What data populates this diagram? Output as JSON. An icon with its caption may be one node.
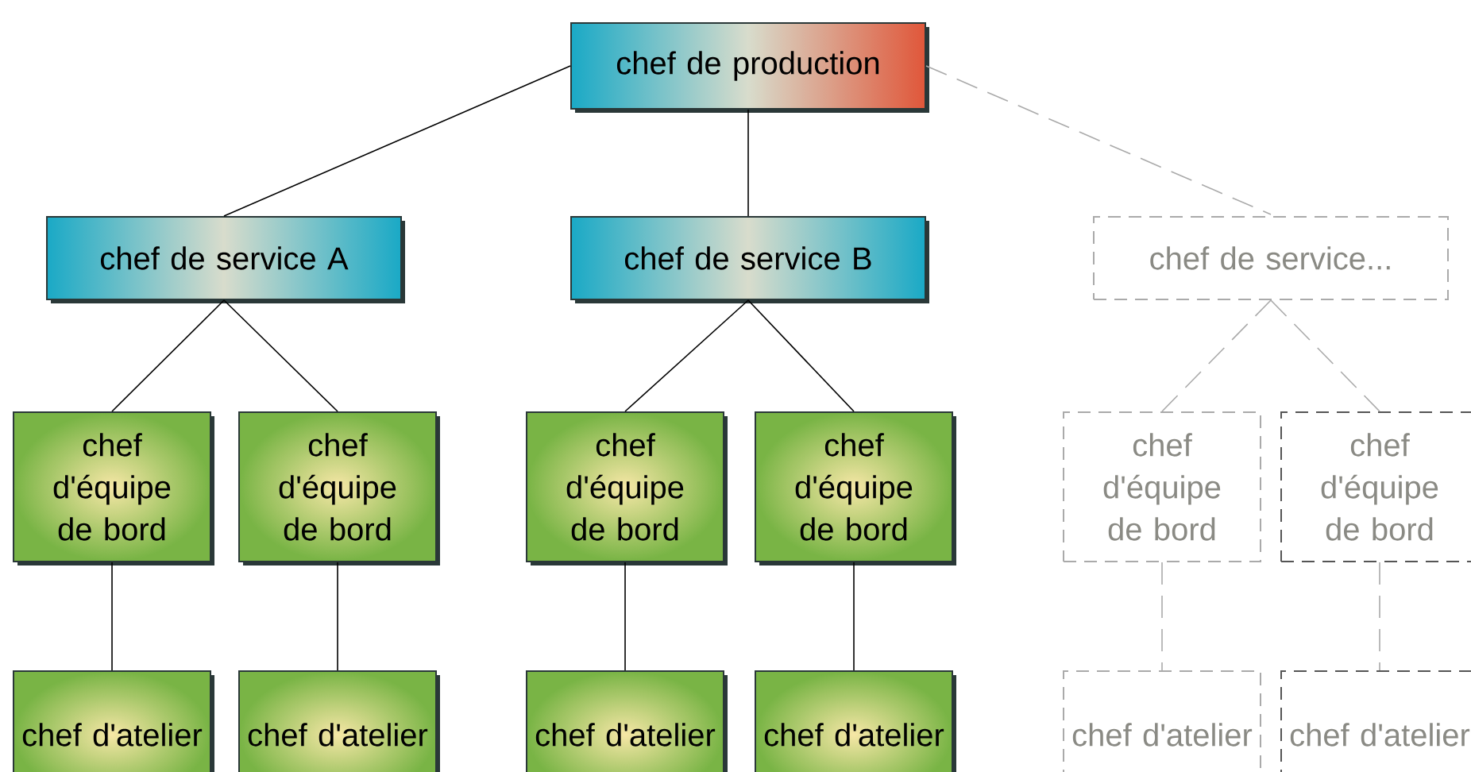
{
  "diagram": {
    "nodes": [
      {
        "text": [
          "chef de production"
        ]
      },
      {
        "text": [
          "chef de service A"
        ]
      },
      {
        "text": [
          "chef de service B"
        ]
      },
      {
        "text": [
          "chef de service..."
        ]
      },
      {
        "text": [
          "chef d'équipe de bord"
        ]
      },
      {
        "text": [
          "chef d'équipe de bord"
        ]
      },
      {
        "text": [
          "chef d'équipe de bord"
        ]
      },
      {
        "text": [
          "chef d'équipe de bord"
        ]
      },
      {
        "text": [
          "chef d'équipe de bord"
        ]
      },
      {
        "text": [
          "chef d'équipe de bord"
        ]
      },
      {
        "text": [
          "chef d'atelier"
        ]
      },
      {
        "text": [
          "chef d'atelier"
        ]
      },
      {
        "text": [
          "chef d'atelier"
        ]
      },
      {
        "text": [
          "chef d'atelier"
        ]
      },
      {
        "text": [
          "chef d'atelier"
        ]
      },
      {
        "text": [
          "chef d'atelier"
        ]
      }
    ],
    "edges": [
      {
        "from": 0,
        "to": 1,
        "arrow": "none"
      },
      {
        "from": 0,
        "to": 2,
        "arrow": "none"
      },
      {
        "from": 0,
        "to": 3,
        "arrow": "none",
        "style": "dashed",
        "color": "#aaaaaa"
      },
      {
        "from": 1,
        "to": 4,
        "arrow": "none"
      },
      {
        "from": 1,
        "to": 5,
        "arrow": "none"
      },
      {
        "from": 2,
        "to": 6,
        "arrow": "none"
      },
      {
        "from": 2,
        "to": 7,
        "arrow": "none"
      },
      {
        "from": 3,
        "to": 8,
        "arrow": "none",
        "style": "dashed",
        "color": "#aaaaaa"
      },
      {
        "from": 3,
        "to": 9,
        "arrow": "none",
        "style": "dashed",
        "color": "#aaaaaa"
      },
      {
        "from": 4,
        "to": 10,
        "arrow": "none"
      },
      {
        "from": 5,
        "to": 11,
        "arrow": "none"
      },
      {
        "from": 6,
        "to": 12,
        "arrow": "none"
      },
      {
        "from": 7,
        "to": 13,
        "arrow": "none"
      },
      {
        "from": 8,
        "to": 14,
        "arrow": "none",
        "style": "dashed",
        "color": "#aaaaaa"
      },
      {
        "from": 9,
        "to": 15,
        "arrow": "none",
        "style": "dashed",
        "color": "#aaaaaa"
      }
    ]
  }
}
